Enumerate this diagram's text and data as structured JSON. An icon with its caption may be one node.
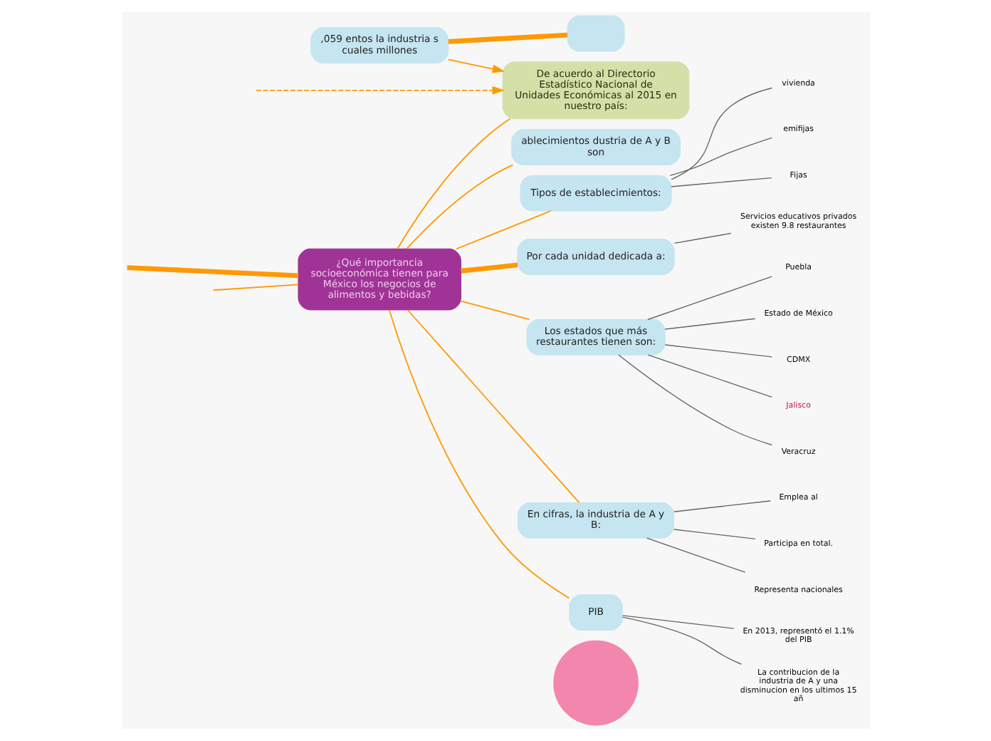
{
  "diagram": {
    "nodes": [
      {
        "text": [
          "¿Qué importancia socioeconómica tienen para México los negocios de alimentos y bebidas?"
        ]
      },
      {
        "text": [
          "Por cada unidad dedicada a:"
        ]
      },
      {
        "text": [
          "Servicios educativos privados existen 9.8 restaurantes"
        ]
      },
      {
        "text": [
          "Los estados que más restaurantes tienen son:"
        ]
      },
      {
        "text": [
          "Estado de México"
        ]
      },
      {
        "text": [
          "CDMX"
        ]
      },
      {
        "text": [
          "Jalisco"
        ]
      },
      {
        "text": [
          "Veracruz"
        ]
      },
      {
        "text": [
          "Puebla"
        ]
      },
      {
        "text": [
          "En cifras, la industria de A y B:"
        ]
      },
      {
        "text": [
          "Representa nacionales"
        ]
      },
      {
        "text": [
          "Emplea al"
        ]
      },
      {
        "text": [
          "Participa en total."
        ]
      },
      {
        "text": [
          "PIB"
        ]
      },
      {
        "text": [
          "La contribucion de la industria de A y una disminucion en los ultimos 15 añ"
        ]
      },
      {
        "text": [
          "En 2013, representó el 1.1% del PIB"
        ]
      },
      {
        "text": [],
        "shape": "circle"
      },
      {
        "text": [
          "De acuerdo al Directorio Estadístico Nacional de Unidades Económicas al 2015 en nuestro país:"
        ]
      },
      {
        "text": [
          ",059 entos la industria s cuales millones"
        ]
      },
      {
        "text": [],
        "shape": "box"
      },
      {
        "text": [
          "ablecimientos dustria de A y B son"
        ]
      },
      {
        "text": [
          "Tipos de establecimientos:"
        ]
      },
      {
        "text": [
          "Fijas"
        ]
      },
      {
        "text": [
          "vivienda"
        ]
      },
      {
        "text": [
          "emifijas"
        ]
      }
    ],
    "edges": [
      {
        "from": 0,
        "to": 1,
        "arrow": "none",
        "style": "thick",
        "color": "#ff9900"
      },
      {
        "from": 1,
        "to": 2,
        "arrow": "none"
      },
      {
        "from": 0,
        "to": 3,
        "arrow": "none",
        "color": "#ff9900"
      },
      {
        "from": 3,
        "to": 4,
        "arrow": "none"
      },
      {
        "from": 3,
        "to": 5,
        "arrow": "none"
      },
      {
        "from": 3,
        "to": 6,
        "arrow": "none"
      },
      {
        "from": 3,
        "to": 7,
        "arrow": "none"
      },
      {
        "from": 3,
        "to": 8,
        "arrow": "none"
      },
      {
        "from": 0,
        "to": 9,
        "arrow": "none",
        "color": "#ff9900"
      },
      {
        "from": 9,
        "to": 10,
        "arrow": "none"
      },
      {
        "from": 9,
        "to": 11,
        "arrow": "none"
      },
      {
        "from": 9,
        "to": 12,
        "arrow": "none"
      },
      {
        "from": 0,
        "to": 13,
        "arrow": "none",
        "color": "#ff9900"
      },
      {
        "from": 13,
        "to": 14,
        "arrow": "none"
      },
      {
        "from": 13,
        "to": 15,
        "arrow": "none"
      },
      {
        "from": 0,
        "to": null,
        "arrow": "none",
        "style": "thick",
        "color": "#ff9900"
      },
      {
        "from": 0,
        "to": null,
        "arrow": "none",
        "color": "#ff9900"
      },
      {
        "from": 0,
        "to": 21,
        "arrow": "none",
        "color": "#ff9900"
      },
      {
        "from": 21,
        "to": 22,
        "arrow": "none"
      },
      {
        "from": 21,
        "to": 23,
        "arrow": "none"
      },
      {
        "from": 21,
        "to": 24,
        "arrow": "none"
      },
      {
        "from": 0,
        "to": 20,
        "arrow": "none",
        "color": "#ff9900"
      },
      {
        "from": 0,
        "to": 17,
        "arrow": "none",
        "color": "#ff9900"
      },
      {
        "from": null,
        "to": 17,
        "arrow": "to",
        "style": "dashed",
        "color": "#ff9900"
      },
      {
        "from": 18,
        "to": 17,
        "arrow": "to",
        "color": "#ff9900"
      },
      {
        "from": 18,
        "to": 19,
        "arrow": "none",
        "style": "thick",
        "color": "#ff9900"
      }
    ]
  }
}
